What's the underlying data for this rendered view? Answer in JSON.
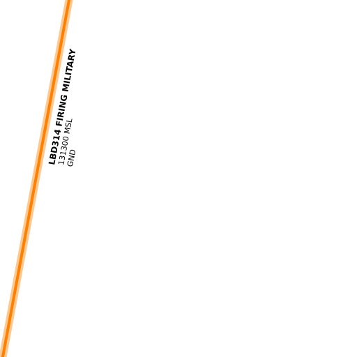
{
  "background_color": "#ffffff",
  "airspace": {
    "name": "LBD314 FIRING MILITARY",
    "upper_limit": "131300 MSL",
    "lower_limit": "GND",
    "boundary_color": "#ff8000",
    "boundary_halo_color": "#ffc890"
  }
}
